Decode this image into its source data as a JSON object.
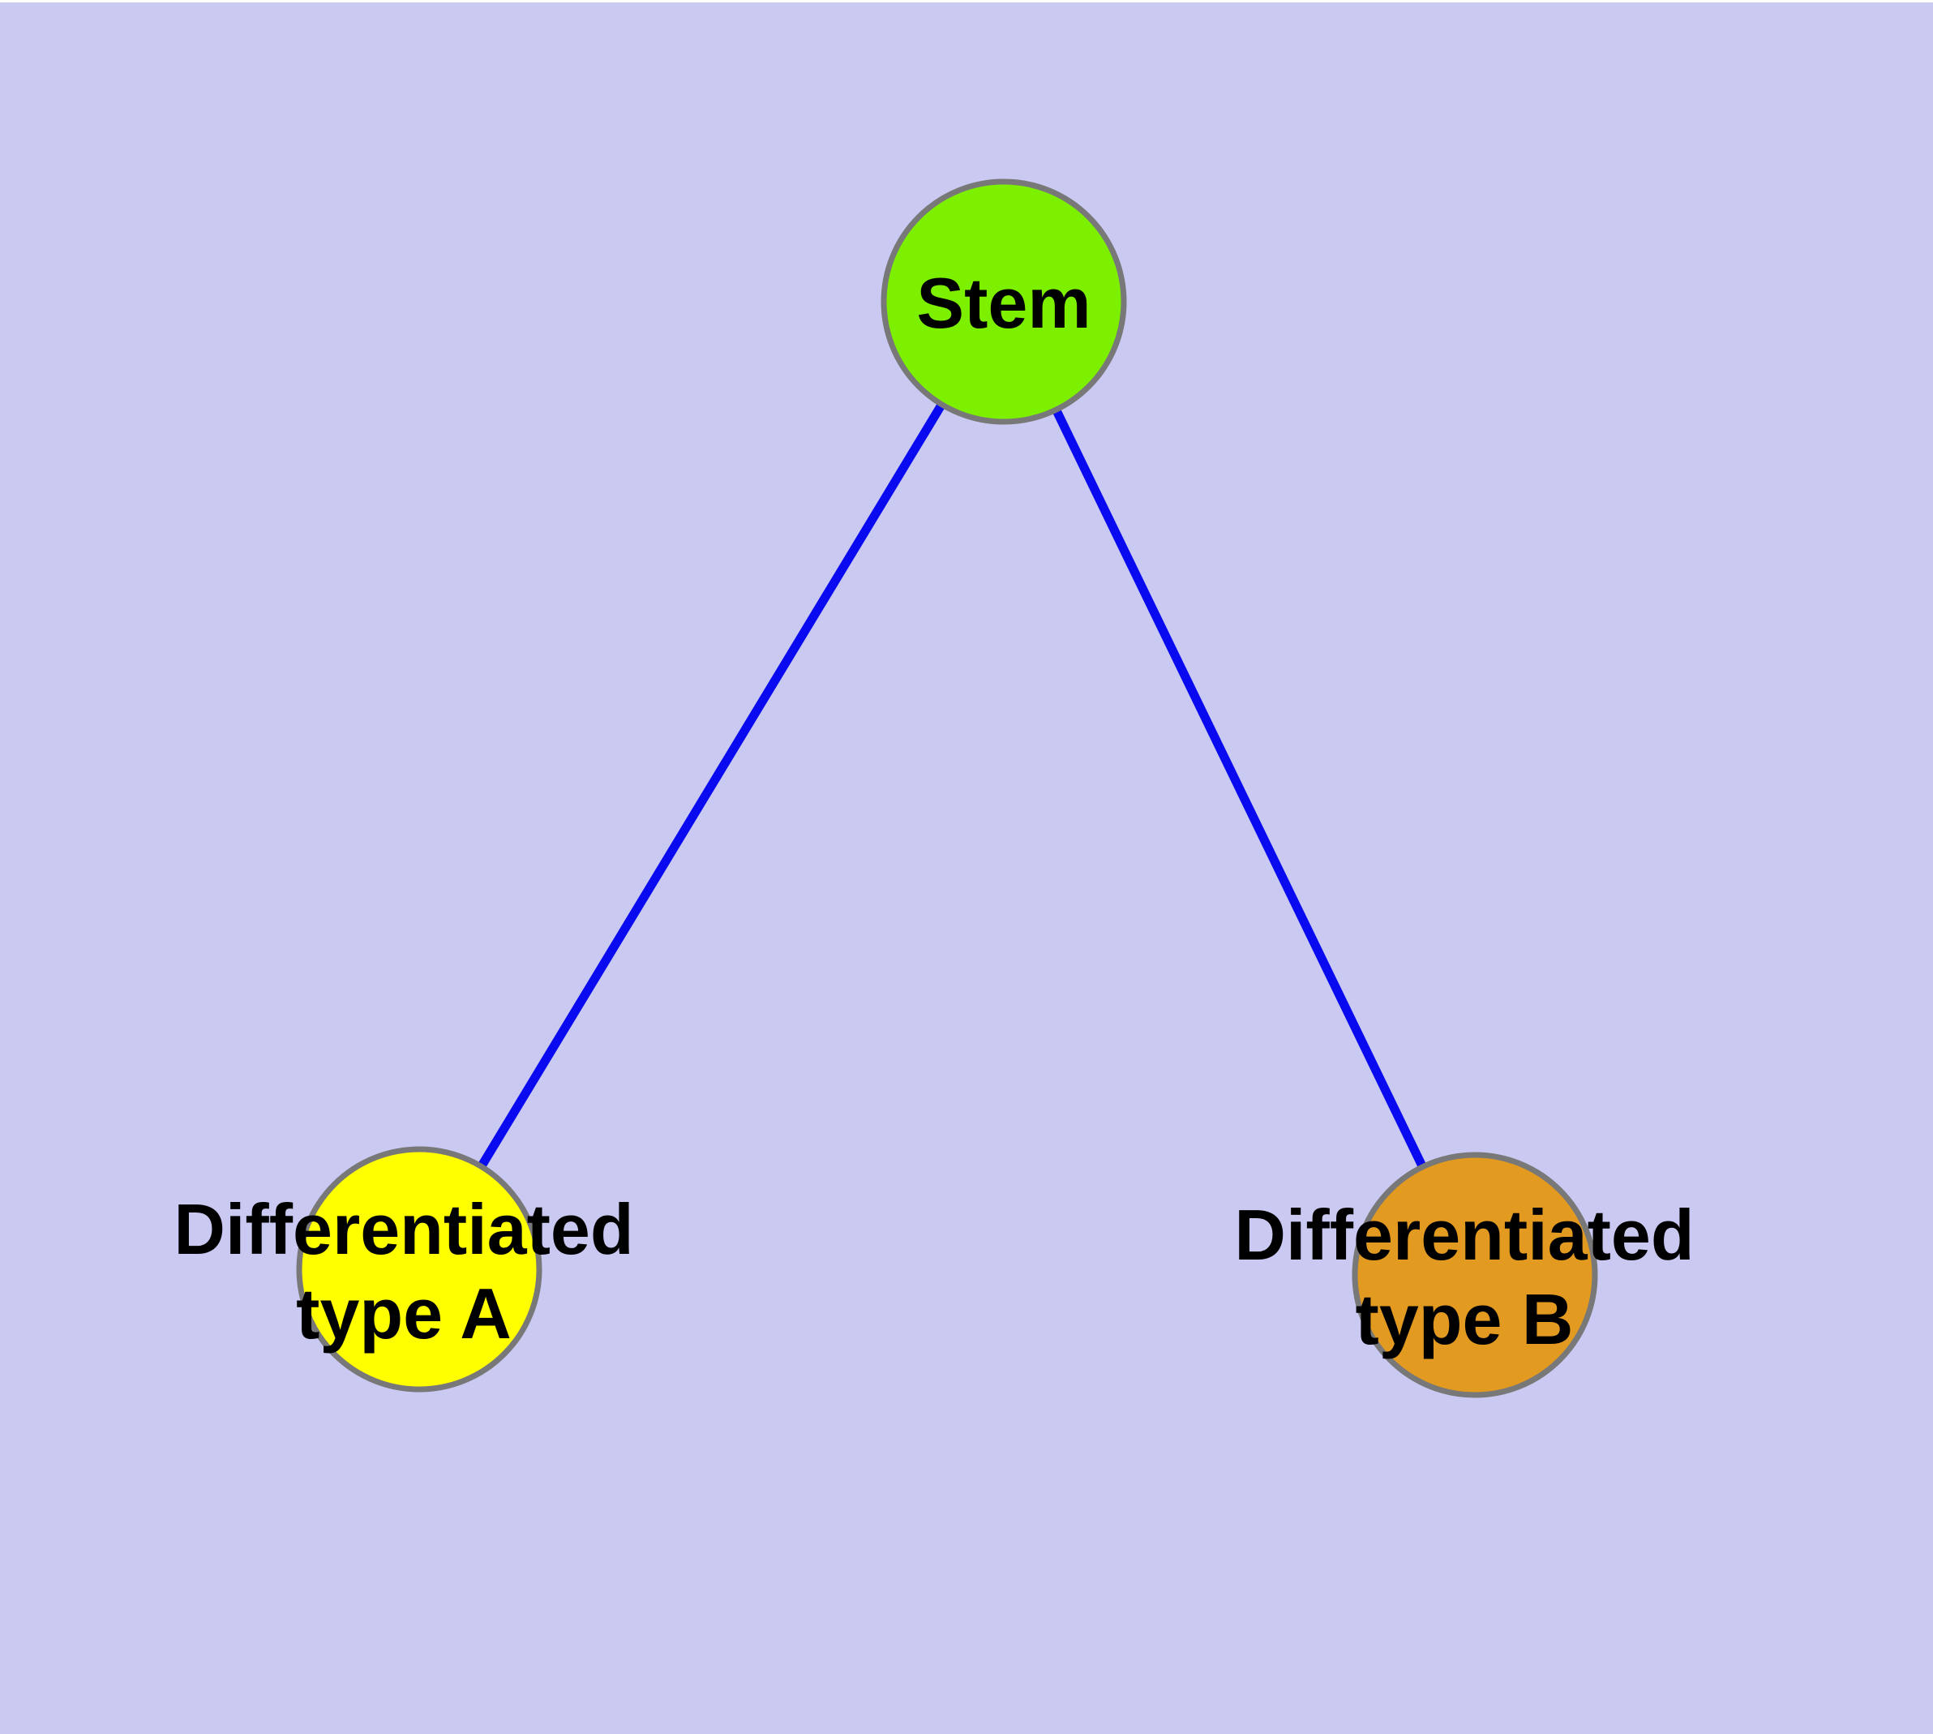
{
  "diagram": {
    "type": "node-link-graph",
    "background_color": "#c9c9f2",
    "edge_color": "#0a0af0",
    "node_border_color": "#787878",
    "label_text_color": "#000000",
    "nodes": [
      {
        "id": "stem",
        "label": "Stem",
        "fill_color": "#7df000"
      },
      {
        "id": "differentiated-type-a",
        "label_line1": "Differentiated",
        "label_line2": "type A",
        "fill_color": "#ffff00"
      },
      {
        "id": "differentiated-type-b",
        "label_line1": "Differentiated",
        "label_line2": "type B",
        "fill_color": "#e29a20"
      }
    ],
    "edges": [
      {
        "from": "Stem",
        "to": "Differentiated type A"
      },
      {
        "from": "Stem",
        "to": "Differentiated type B"
      }
    ]
  }
}
